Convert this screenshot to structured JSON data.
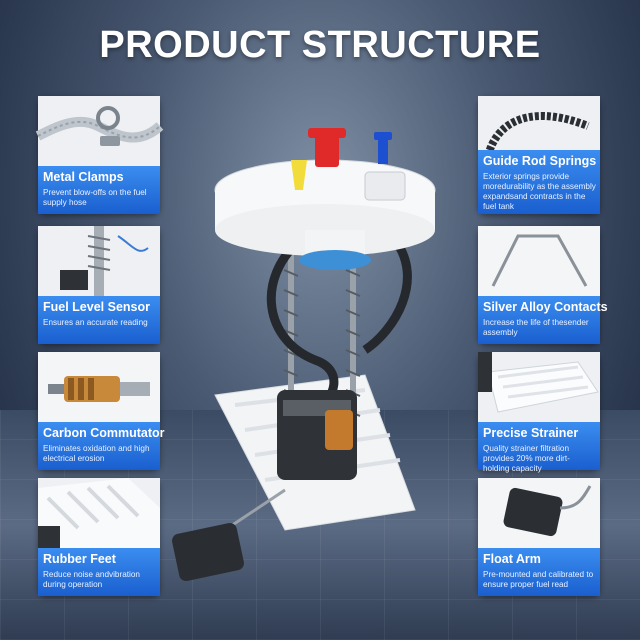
{
  "title": "PRODUCT STRUCTURE",
  "features_left": [
    {
      "label": "Metal Clamps",
      "desc": "Prevent blow-offs on the fuel supply hose",
      "icon": "hose-clamp-icon"
    },
    {
      "label": "Fuel Level Sensor",
      "desc": "Ensures an accurate reading",
      "icon": "fuel-sensor-icon"
    },
    {
      "label": "Carbon Commutator",
      "desc": "Eliminates oxidation and high electrical erosion",
      "icon": "commutator-icon"
    },
    {
      "label": "Rubber Feet",
      "desc": "Reduce noise andvibration during operation",
      "icon": "rubber-feet-icon"
    }
  ],
  "features_right": [
    {
      "label": "Guide Rod Springs",
      "desc": "Exterior springs provide moredurability as the assembly expandsand contracts in the fuel tank",
      "icon": "spring-icon"
    },
    {
      "label": "Silver Alloy Contacts",
      "desc": "Increase the life of thesender assembly",
      "icon": "contact-arm-icon"
    },
    {
      "label": "Precise Strainer",
      "desc": "Quality strainer filtration provides 20% more dirt-holding capacity",
      "icon": "strainer-icon"
    },
    {
      "label": "Float Arm",
      "desc": "Pre-mounted and calibrated to ensure proper fuel read",
      "icon": "float-arm-icon"
    }
  ],
  "colors": {
    "accent": "#1a5fcf",
    "accent_light": "#3b8df0",
    "title": "#ffffff"
  }
}
